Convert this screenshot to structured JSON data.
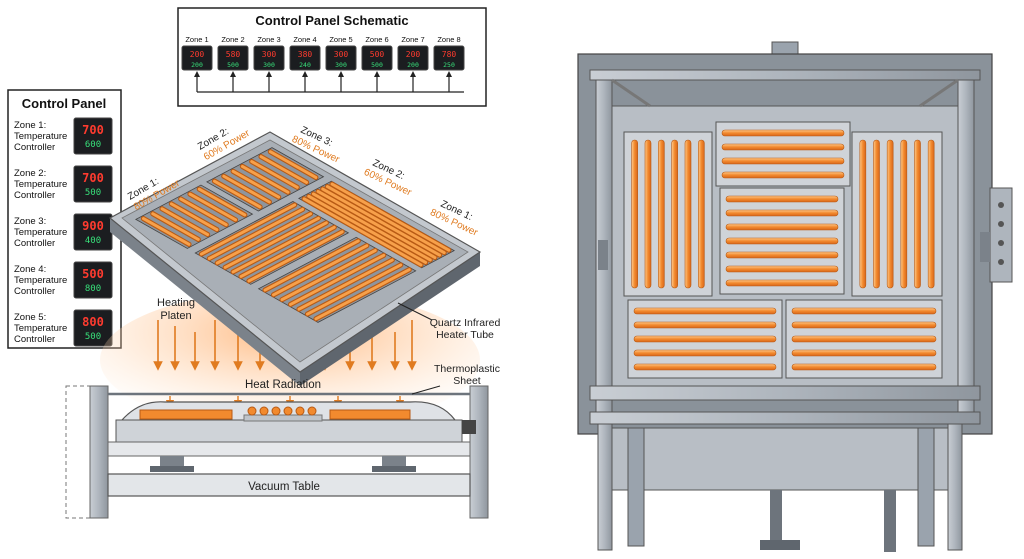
{
  "schematic": {
    "title": "Control Panel Schematic",
    "zones": [
      {
        "label": "Zone 1",
        "pv": "200",
        "sv": "200"
      },
      {
        "label": "Zone 2",
        "pv": "580",
        "sv": "500"
      },
      {
        "label": "Zone 3",
        "pv": "300",
        "sv": "300"
      },
      {
        "label": "Zone 4",
        "pv": "380",
        "sv": "240"
      },
      {
        "label": "Zone 5",
        "pv": "300",
        "sv": "300"
      },
      {
        "label": "Zone 6",
        "pv": "500",
        "sv": "500"
      },
      {
        "label": "Zone 7",
        "pv": "200",
        "sv": "200"
      },
      {
        "label": "Zone 8",
        "pv": "780",
        "sv": "250"
      }
    ]
  },
  "control_panel": {
    "title": "Control Panel",
    "controllers": [
      {
        "zone": "Zone 1:",
        "line1": "Temperature",
        "line2": "Controller",
        "pv": "700",
        "sv": "600"
      },
      {
        "zone": "Zone 2:",
        "line1": "Temperature",
        "line2": "Controller",
        "pv": "700",
        "sv": "500"
      },
      {
        "zone": "Zone 3:",
        "line1": "Temperature",
        "line2": "Controller",
        "pv": "900",
        "sv": "400"
      },
      {
        "zone": "Zone 4:",
        "line1": "Temperature",
        "line2": "Controller",
        "pv": "500",
        "sv": "800"
      },
      {
        "zone": "Zone 5:",
        "line1": "Temperature",
        "line2": "Controller",
        "pv": "800",
        "sv": "500"
      }
    ]
  },
  "platen_labels": [
    {
      "zone": "Zone 1:",
      "power": "80% Power"
    },
    {
      "zone": "Zone 2:",
      "power": "60% Power"
    },
    {
      "zone": "Zone 3:",
      "power": "80% Power"
    },
    {
      "zone": "Zone 2:",
      "power": "60% Power"
    },
    {
      "zone": "Zone 1:",
      "power": "80% Power"
    }
  ],
  "labels": {
    "heating_platen_1": "Heating",
    "heating_platen_2": "Platen",
    "quartz_1": "Quartz Infrared",
    "quartz_2": "Heater Tube",
    "heat_radiation": "Heat Radiation",
    "sheet_1": "Thermoplastic",
    "sheet_2": "Sheet",
    "vacuum_table": "Vacuum Table"
  },
  "colors": {
    "heater_orange": "#f28a2e",
    "zone_label_orange": "#e07b20",
    "frame_gray": "#9aa3ad",
    "display_red": "#ff3b2f",
    "display_green": "#38e07a"
  }
}
